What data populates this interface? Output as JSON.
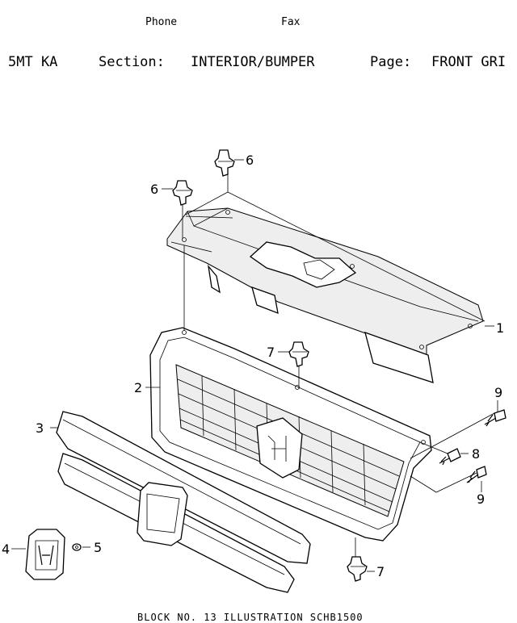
{
  "header": {
    "phone_label": "Phone",
    "fax_label": "Fax",
    "model": "5MT KA",
    "section_label": "Section:",
    "section_value": "INTERIOR/BUMPER",
    "page_label": "Page:",
    "page_value": "FRONT GRI"
  },
  "callouts": {
    "p1": "1",
    "p2": "2",
    "p3": "3",
    "p4": "4",
    "p5": "5",
    "p6a": "6",
    "p6b": "6",
    "p7a": "7",
    "p7b": "7",
    "p8": "8",
    "p9a": "9",
    "p9b": "9"
  },
  "footer": {
    "text": "BLOCK NO. 13  ILLUSTRATION  SCHB1500"
  }
}
